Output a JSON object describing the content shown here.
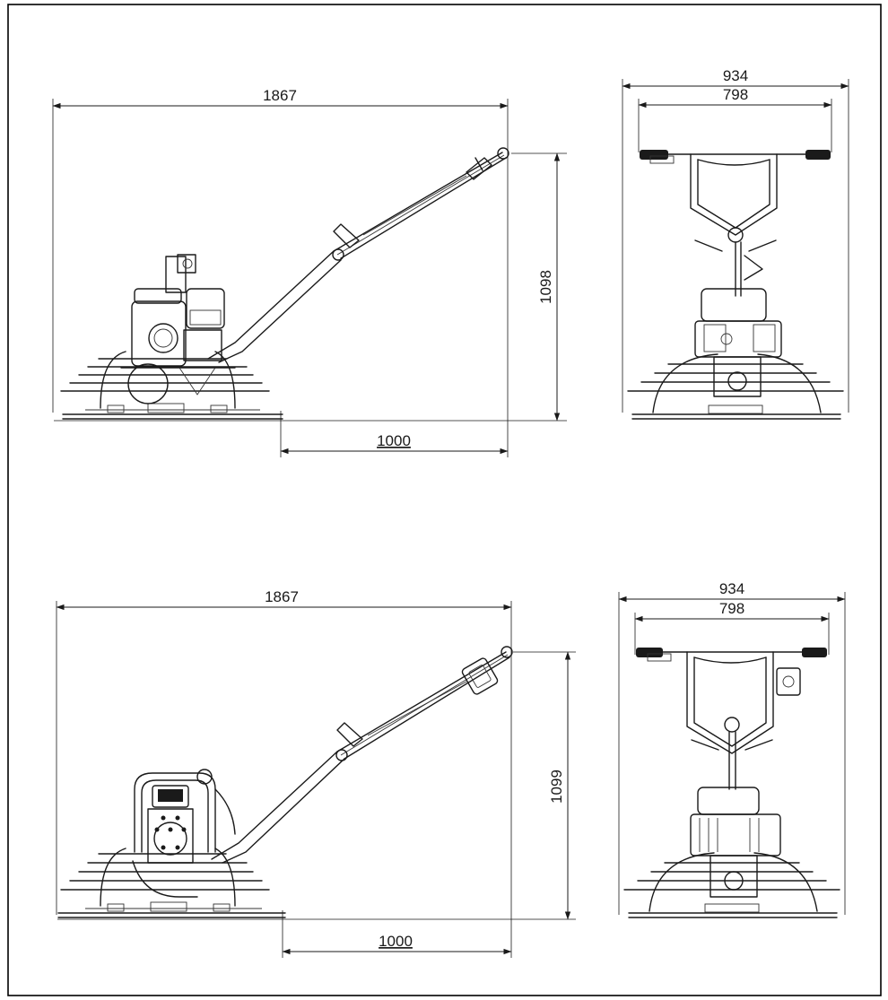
{
  "views": [
    {
      "id": "engine-side",
      "dims": {
        "length": "1867",
        "height": "1098",
        "reach": "1000"
      }
    },
    {
      "id": "engine-front",
      "dims": {
        "overall_width": "934",
        "handle_width": "798"
      }
    },
    {
      "id": "electric-side",
      "dims": {
        "length": "1867",
        "height": "1099",
        "reach": "1000"
      }
    },
    {
      "id": "electric-front",
      "dims": {
        "overall_width": "934",
        "handle_width": "798"
      }
    }
  ]
}
